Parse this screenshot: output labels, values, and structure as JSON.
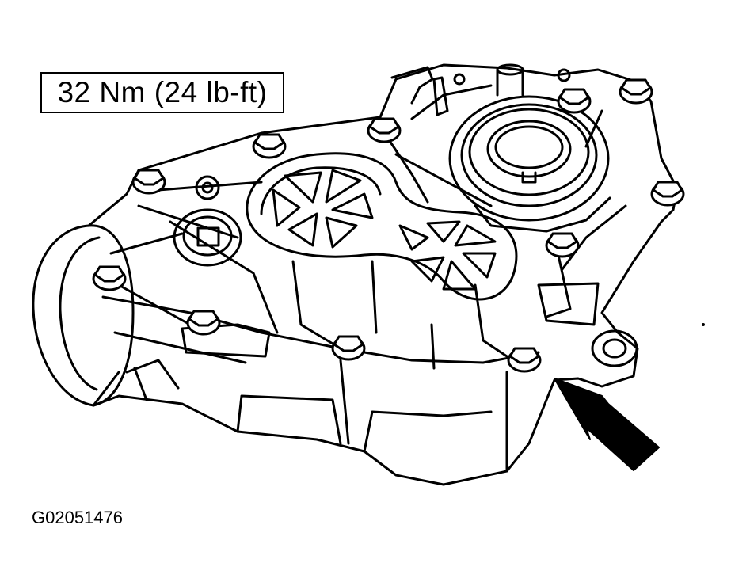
{
  "torque_spec": {
    "label": "32 Nm (24 lb-ft)"
  },
  "figure": {
    "id": "G02051476"
  },
  "illustration": {
    "subject": "case-housing",
    "icons": [
      "bolt-icon",
      "indicator-arrow-icon"
    ],
    "colors": {
      "line": "#000000",
      "background": "#ffffff"
    }
  }
}
